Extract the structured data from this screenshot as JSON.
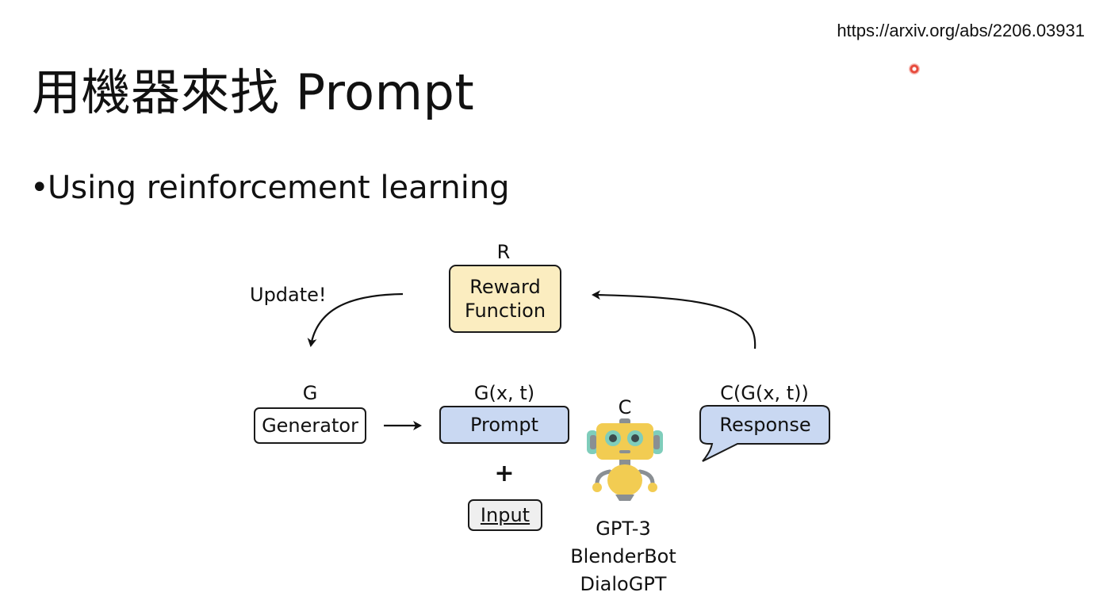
{
  "header": {
    "url": "https://arxiv.org/abs/2206.03931",
    "title": "用機器來找 Prompt"
  },
  "bullet": {
    "symbol": "•",
    "text": "Using reinforcement learning"
  },
  "diagram": {
    "reward": {
      "symbol": "R",
      "line1": "Reward",
      "line2": "Function"
    },
    "update_label": "Update!",
    "generator": {
      "symbol": "G",
      "label": "Generator"
    },
    "prompt": {
      "symbol": "G(x, t)",
      "label": "Prompt"
    },
    "plus": "+",
    "input_label": "Input",
    "chatbot": {
      "symbol": "C",
      "models": [
        "GPT-3",
        "BlenderBot",
        "DialoGPT"
      ]
    },
    "response": {
      "symbol": "C(G(x, t))",
      "label": "Response"
    },
    "colors": {
      "reward_fill": "#fbedc0",
      "prompt_fill": "#c9d8f2",
      "response_fill": "#c9d8f2",
      "input_fill": "#efefef",
      "robot_body": "#f2cc52",
      "robot_accent": "#7fcdbb",
      "robot_gray": "#8a8f93",
      "pointer": "#e74a3b"
    }
  }
}
